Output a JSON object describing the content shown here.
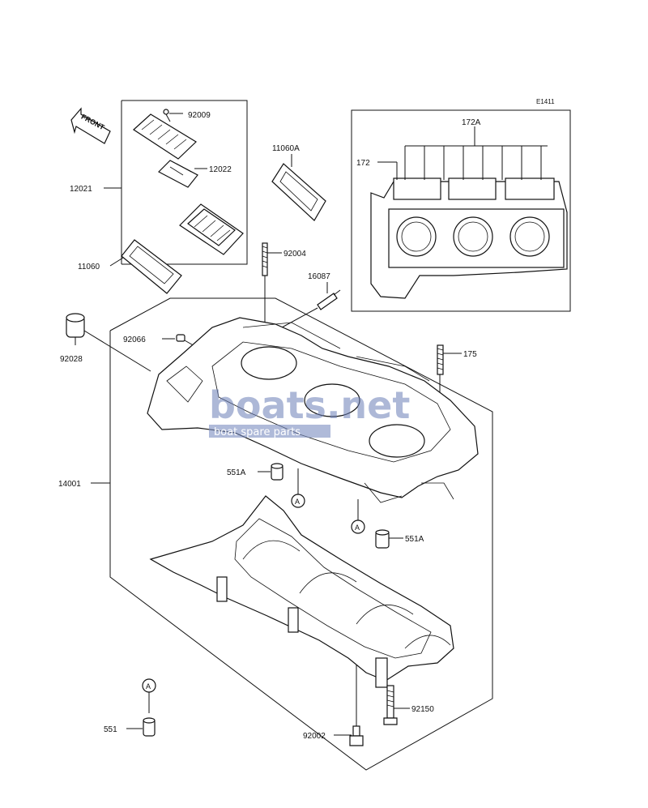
{
  "diagram_code": "E1411",
  "front_label": "FRONT",
  "watermark": {
    "logo_text": "boats.net",
    "tagline": "boat spare parts"
  },
  "circle_ref": "A",
  "part_labels": {
    "p92009": "92009",
    "p12022": "12022",
    "p12021": "12021",
    "p11060A": "11060A",
    "p11060": "11060",
    "p92004": "92004",
    "p16087": "16087",
    "p92066": "92066",
    "p92028": "92028",
    "p175": "175",
    "p172A": "172A",
    "p172": "172",
    "p14001": "14001",
    "p551A_upper": "551A",
    "p551A_lower": "551A",
    "p551": "551",
    "p92150": "92150",
    "p92002": "92002"
  }
}
